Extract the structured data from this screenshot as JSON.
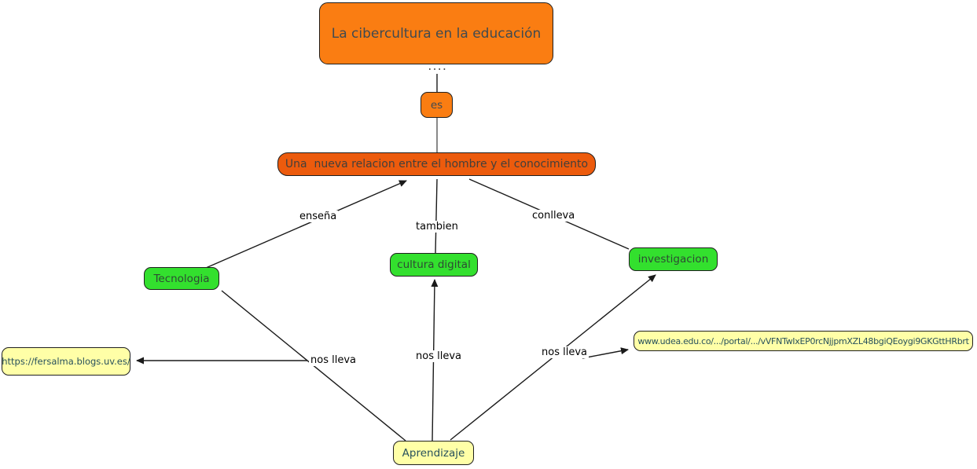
{
  "concept_map": {
    "nodes": {
      "root": {
        "label": "La cibercultura en la educación",
        "fill": "#fa7d12"
      },
      "es": {
        "label": "es",
        "fill": "#fa7d12"
      },
      "relation": {
        "label": "Una  nueva relacion entre el hombre y el conocimiento",
        "fill": "#ec5b0d"
      },
      "tecnologia": {
        "label": "Tecnologia",
        "fill": "#33e02e"
      },
      "cultura_digital": {
        "label": "cultura digital",
        "fill": "#33e02e"
      },
      "investigacion": {
        "label": "investigacion",
        "fill": "#33e02e"
      },
      "url_fersalma": {
        "label": "https://fersalma.blogs.uv.es/",
        "fill": "#ffffa7"
      },
      "url_udea": {
        "label": "www.udea.edu.co/.../portal/.../vVFNTwIxEP0rcNjjpmXZL48bgiQEoygi9GKGttHRbrt",
        "fill": "#ffffa7"
      },
      "aprendizaje": {
        "label": "Aprendizaje",
        "fill": "#ffffa7"
      }
    },
    "edge_labels": {
      "ensena": "enseña",
      "tambien": "tambien",
      "conlleva": "conlleva",
      "nos_lleva_left": "nos lleva",
      "nos_lleva_mid": "nos lleva",
      "nos_lleva_right": "nos lleva"
    },
    "colors": {
      "background": "#ffffff",
      "node_border": "#1f1f1f",
      "line": "#1a1a1a",
      "orange_bright": "#fa7d12",
      "orange_dark": "#ec5b0d",
      "green": "#33e02e",
      "yellow": "#ffffa7"
    }
  }
}
